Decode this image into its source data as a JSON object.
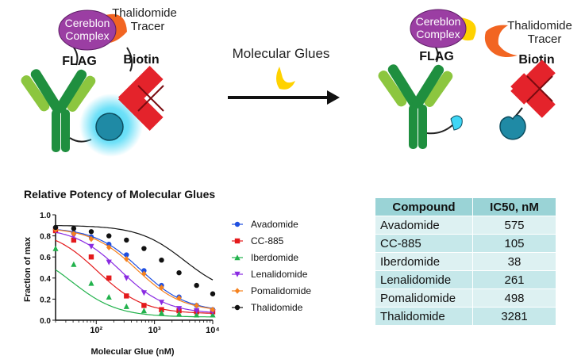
{
  "scheme": {
    "left_complex": "Cereblon Complex",
    "left_complex_line1": "Cereblon",
    "left_complex_line2": "Complex",
    "left_tracer_line1": "Thalidomide",
    "left_tracer_line2": "Tracer",
    "left_flag": "FLAG",
    "left_biotin": "Biotin",
    "arrow_label": "Molecular Glues",
    "right_complex_line1": "Cereblon",
    "right_complex_line2": "Complex",
    "right_tracer_line1": "Thalidomide",
    "right_tracer_line2": "Tracer",
    "right_flag": "FLAG",
    "right_biotin": "Biotin"
  },
  "colors": {
    "antibody_dark": "#1f8f3f",
    "antibody_light": "#8cc63f",
    "cereblon": "#9b3ea3",
    "tracer": "#f26522",
    "glue": "#ffd200",
    "streptavidin": "#e4232b",
    "acceptor": "#1f8aa5",
    "glow": "#3fd6f5"
  },
  "chart_data": {
    "type": "scatter",
    "title": "Relative Potency of Molecular Glues",
    "xlabel": "Molecular Glue (nM)",
    "ylabel": "Fraction of max",
    "xscale": "log",
    "xlim": [
      20,
      10000
    ],
    "ylim": [
      0.0,
      1.0
    ],
    "xticks": [
      "10²",
      "10³",
      "10⁴"
    ],
    "yticks": [
      "0.0",
      "0.2",
      "0.4",
      "0.6",
      "0.8",
      "1.0"
    ],
    "legend_position": "right",
    "x": [
      20,
      41,
      82,
      165,
      330,
      660,
      1320,
      2640,
      5280,
      10000
    ],
    "series": [
      {
        "name": "Avadomide",
        "color": "#1f4fe0",
        "marker": "circle",
        "ic50": 575,
        "values": [
          0.86,
          0.83,
          0.79,
          0.72,
          0.62,
          0.47,
          0.33,
          0.22,
          0.14,
          0.1
        ]
      },
      {
        "name": "CC-885",
        "color": "#e41a1c",
        "marker": "square",
        "ic50": 105,
        "values": [
          0.85,
          0.76,
          0.6,
          0.4,
          0.23,
          0.14,
          0.1,
          0.09,
          0.08,
          0.08
        ]
      },
      {
        "name": "Iberdomide",
        "color": "#22b24c",
        "marker": "triangle",
        "ic50": 38,
        "values": [
          0.68,
          0.53,
          0.35,
          0.22,
          0.13,
          0.09,
          0.07,
          0.06,
          0.05,
          0.05
        ]
      },
      {
        "name": "Lenalidomide",
        "color": "#8a2be2",
        "marker": "triangle-down",
        "ic50": 261,
        "values": [
          0.86,
          0.8,
          0.7,
          0.55,
          0.4,
          0.26,
          0.17,
          0.11,
          0.09,
          0.08
        ]
      },
      {
        "name": "Pomalidomide",
        "color": "#f5821f",
        "marker": "diamond",
        "ic50": 498,
        "values": [
          0.86,
          0.82,
          0.77,
          0.69,
          0.58,
          0.44,
          0.31,
          0.21,
          0.14,
          0.1
        ]
      },
      {
        "name": "Thalidomide",
        "color": "#111111",
        "marker": "circle",
        "ic50": 3281,
        "values": [
          0.88,
          0.87,
          0.84,
          0.8,
          0.76,
          0.68,
          0.57,
          0.45,
          0.33,
          0.25
        ]
      }
    ]
  },
  "table": {
    "headers": [
      "Compound",
      "IC50, nM"
    ],
    "rows": [
      [
        "Avadomide",
        "575"
      ],
      [
        "CC-885",
        "105"
      ],
      [
        "Iberdomide",
        "38"
      ],
      [
        "Lenalidomide",
        "261"
      ],
      [
        "Pomalidomide",
        "498"
      ],
      [
        "Thalidomide",
        "3281"
      ]
    ]
  }
}
